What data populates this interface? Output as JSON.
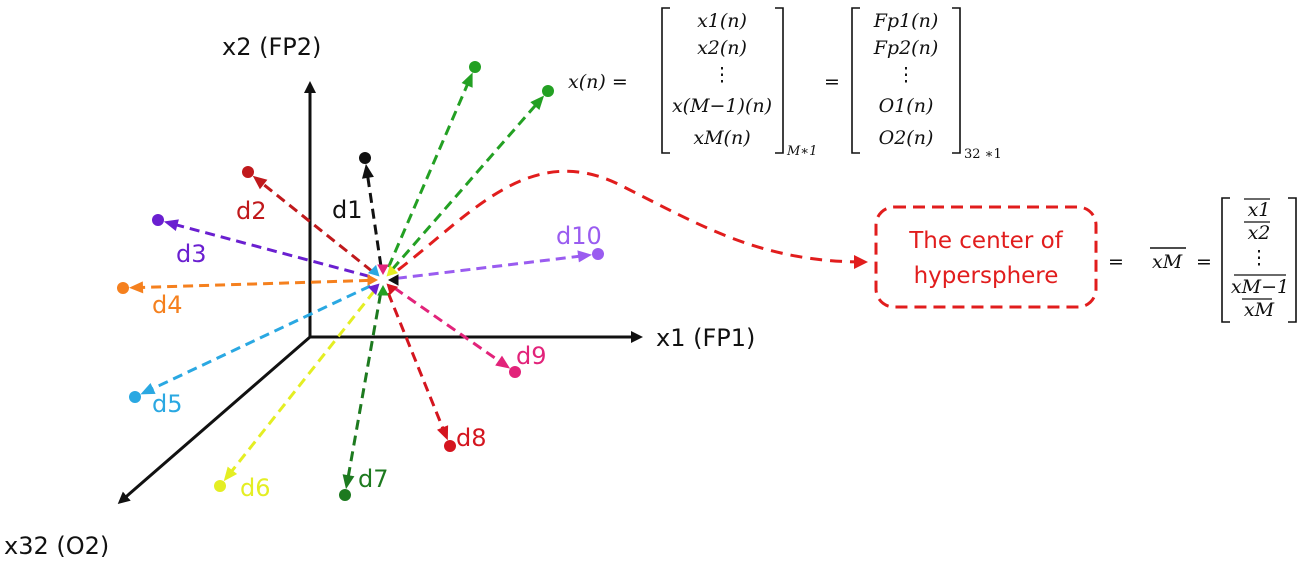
{
  "axes": {
    "x2": "x2 (FP2)",
    "x1": "x1 (FP1)",
    "x32": "x32 (O2)"
  },
  "distances": [
    {
      "id": "d1",
      "label": "d1",
      "color": "#111111"
    },
    {
      "id": "d2",
      "label": "d2",
      "color": "#c0191c"
    },
    {
      "id": "d3",
      "label": "d3",
      "color": "#6a1fd0"
    },
    {
      "id": "d4",
      "label": "d4",
      "color": "#f5801e"
    },
    {
      "id": "d5",
      "label": "d5",
      "color": "#2aa8e2"
    },
    {
      "id": "d6",
      "label": "d6",
      "color": "#e4ee23"
    },
    {
      "id": "d7",
      "label": "d7",
      "color": "#1d7a1f"
    },
    {
      "id": "d8",
      "label": "d8",
      "color": "#d4151f"
    },
    {
      "id": "d9",
      "label": "d9",
      "color": "#e2237a"
    },
    {
      "id": "d10",
      "label": "d10",
      "color": "#9a5cf0"
    }
  ],
  "equation": {
    "lhs": "x(n) =",
    "vector1": [
      "x1(n)",
      "x2(n)",
      "⋮",
      "x(M−1)(n)",
      "xM(n)"
    ],
    "dim1": "M∗1",
    "equals": "=",
    "vector2": [
      "Fp1(n)",
      "Fp2(n)",
      "⋮",
      "O1(n)",
      "O2(n)"
    ],
    "dim2": "32 ∗1"
  },
  "center": {
    "line1": "The center of",
    "line2": "hypersphere",
    "equals1": "=",
    "mean_symbol": "xM",
    "equals2": "=",
    "mean_vector": [
      "x1",
      "x2",
      "⋮",
      "xM−1",
      "xM"
    ]
  },
  "colors": {
    "center_box": "#e11d1d",
    "axis": "#111111",
    "green": "#23a023"
  }
}
